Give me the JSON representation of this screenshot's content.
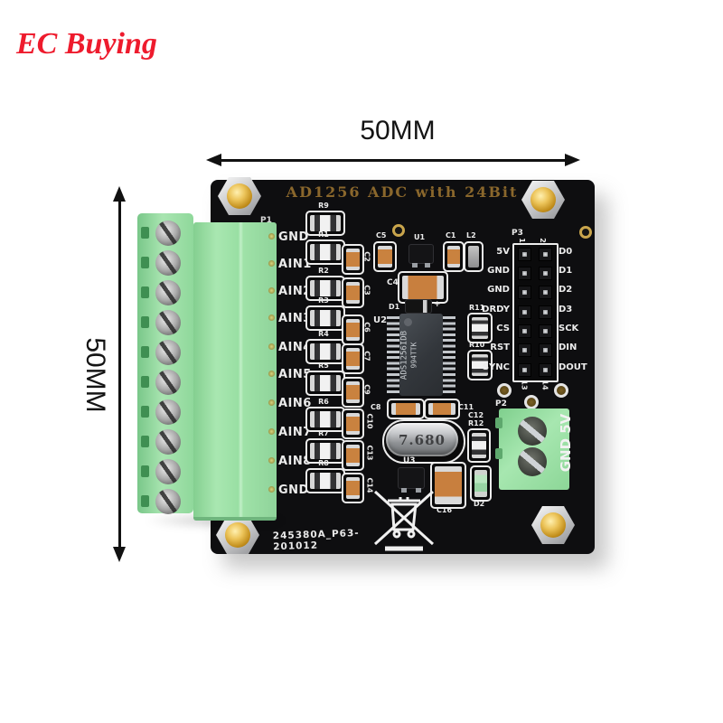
{
  "watermark": {
    "text": "EC Buying"
  },
  "dimensions": {
    "width_label": "50MM",
    "height_label": "50MM"
  },
  "colors": {
    "logo_red": "#ee1b2d",
    "pcb_black": "#0e0e10",
    "terminal_green": "#9be0a3",
    "silkscreen_gold": "#8a672c",
    "silkscreen_white": "#ececec"
  },
  "board": {
    "title": "AD1256 ADC with 24Bit",
    "board_code": "245380A_P63-201012",
    "plug_ref": "P1",
    "analog_labels": [
      "GND",
      "AIN1",
      "AIN2",
      "AIN3",
      "AIN4",
      "AIN5",
      "AIN6",
      "AIN7",
      "AIN8",
      "GND"
    ],
    "input_resistors": [
      "R9",
      "R1",
      "R2",
      "R3",
      "R4",
      "R5",
      "R6",
      "R7",
      "R8"
    ],
    "filter_caps": [
      "C2",
      "C3",
      "C6",
      "C7",
      "C9",
      "C10",
      "C13",
      "C14"
    ],
    "top_parts": {
      "c5": "C5",
      "u1": "U1",
      "c1": "C1",
      "l2": "L2",
      "c4": "C4",
      "d1": "D1",
      "d1_polarity": "+"
    },
    "ic": {
      "ref": "U2",
      "line1": "ADS1256IDB",
      "line2": "994TTK"
    },
    "bias_resistors": [
      "R11",
      "R10"
    ],
    "header": {
      "ref": "P3",
      "pins_top": [
        "1",
        "2"
      ],
      "pins_bottom": [
        "13",
        "14"
      ],
      "left_labels": [
        "5V",
        "GND",
        "GND",
        "DRDY",
        "CS",
        "RST",
        "SYNC"
      ],
      "right_labels": [
        "D0",
        "D1",
        "D2",
        "D3",
        "SCK",
        "DIN",
        "DOUT"
      ]
    },
    "clock": {
      "crystal": "7.680",
      "c8": "C8",
      "c11": "C11",
      "c12": "C12",
      "r12": "R12"
    },
    "bottom_parts": {
      "u3": "U3",
      "c16": "C16",
      "d2": "D2"
    },
    "power": {
      "ref": "P2",
      "label": "GND 5V"
    }
  }
}
